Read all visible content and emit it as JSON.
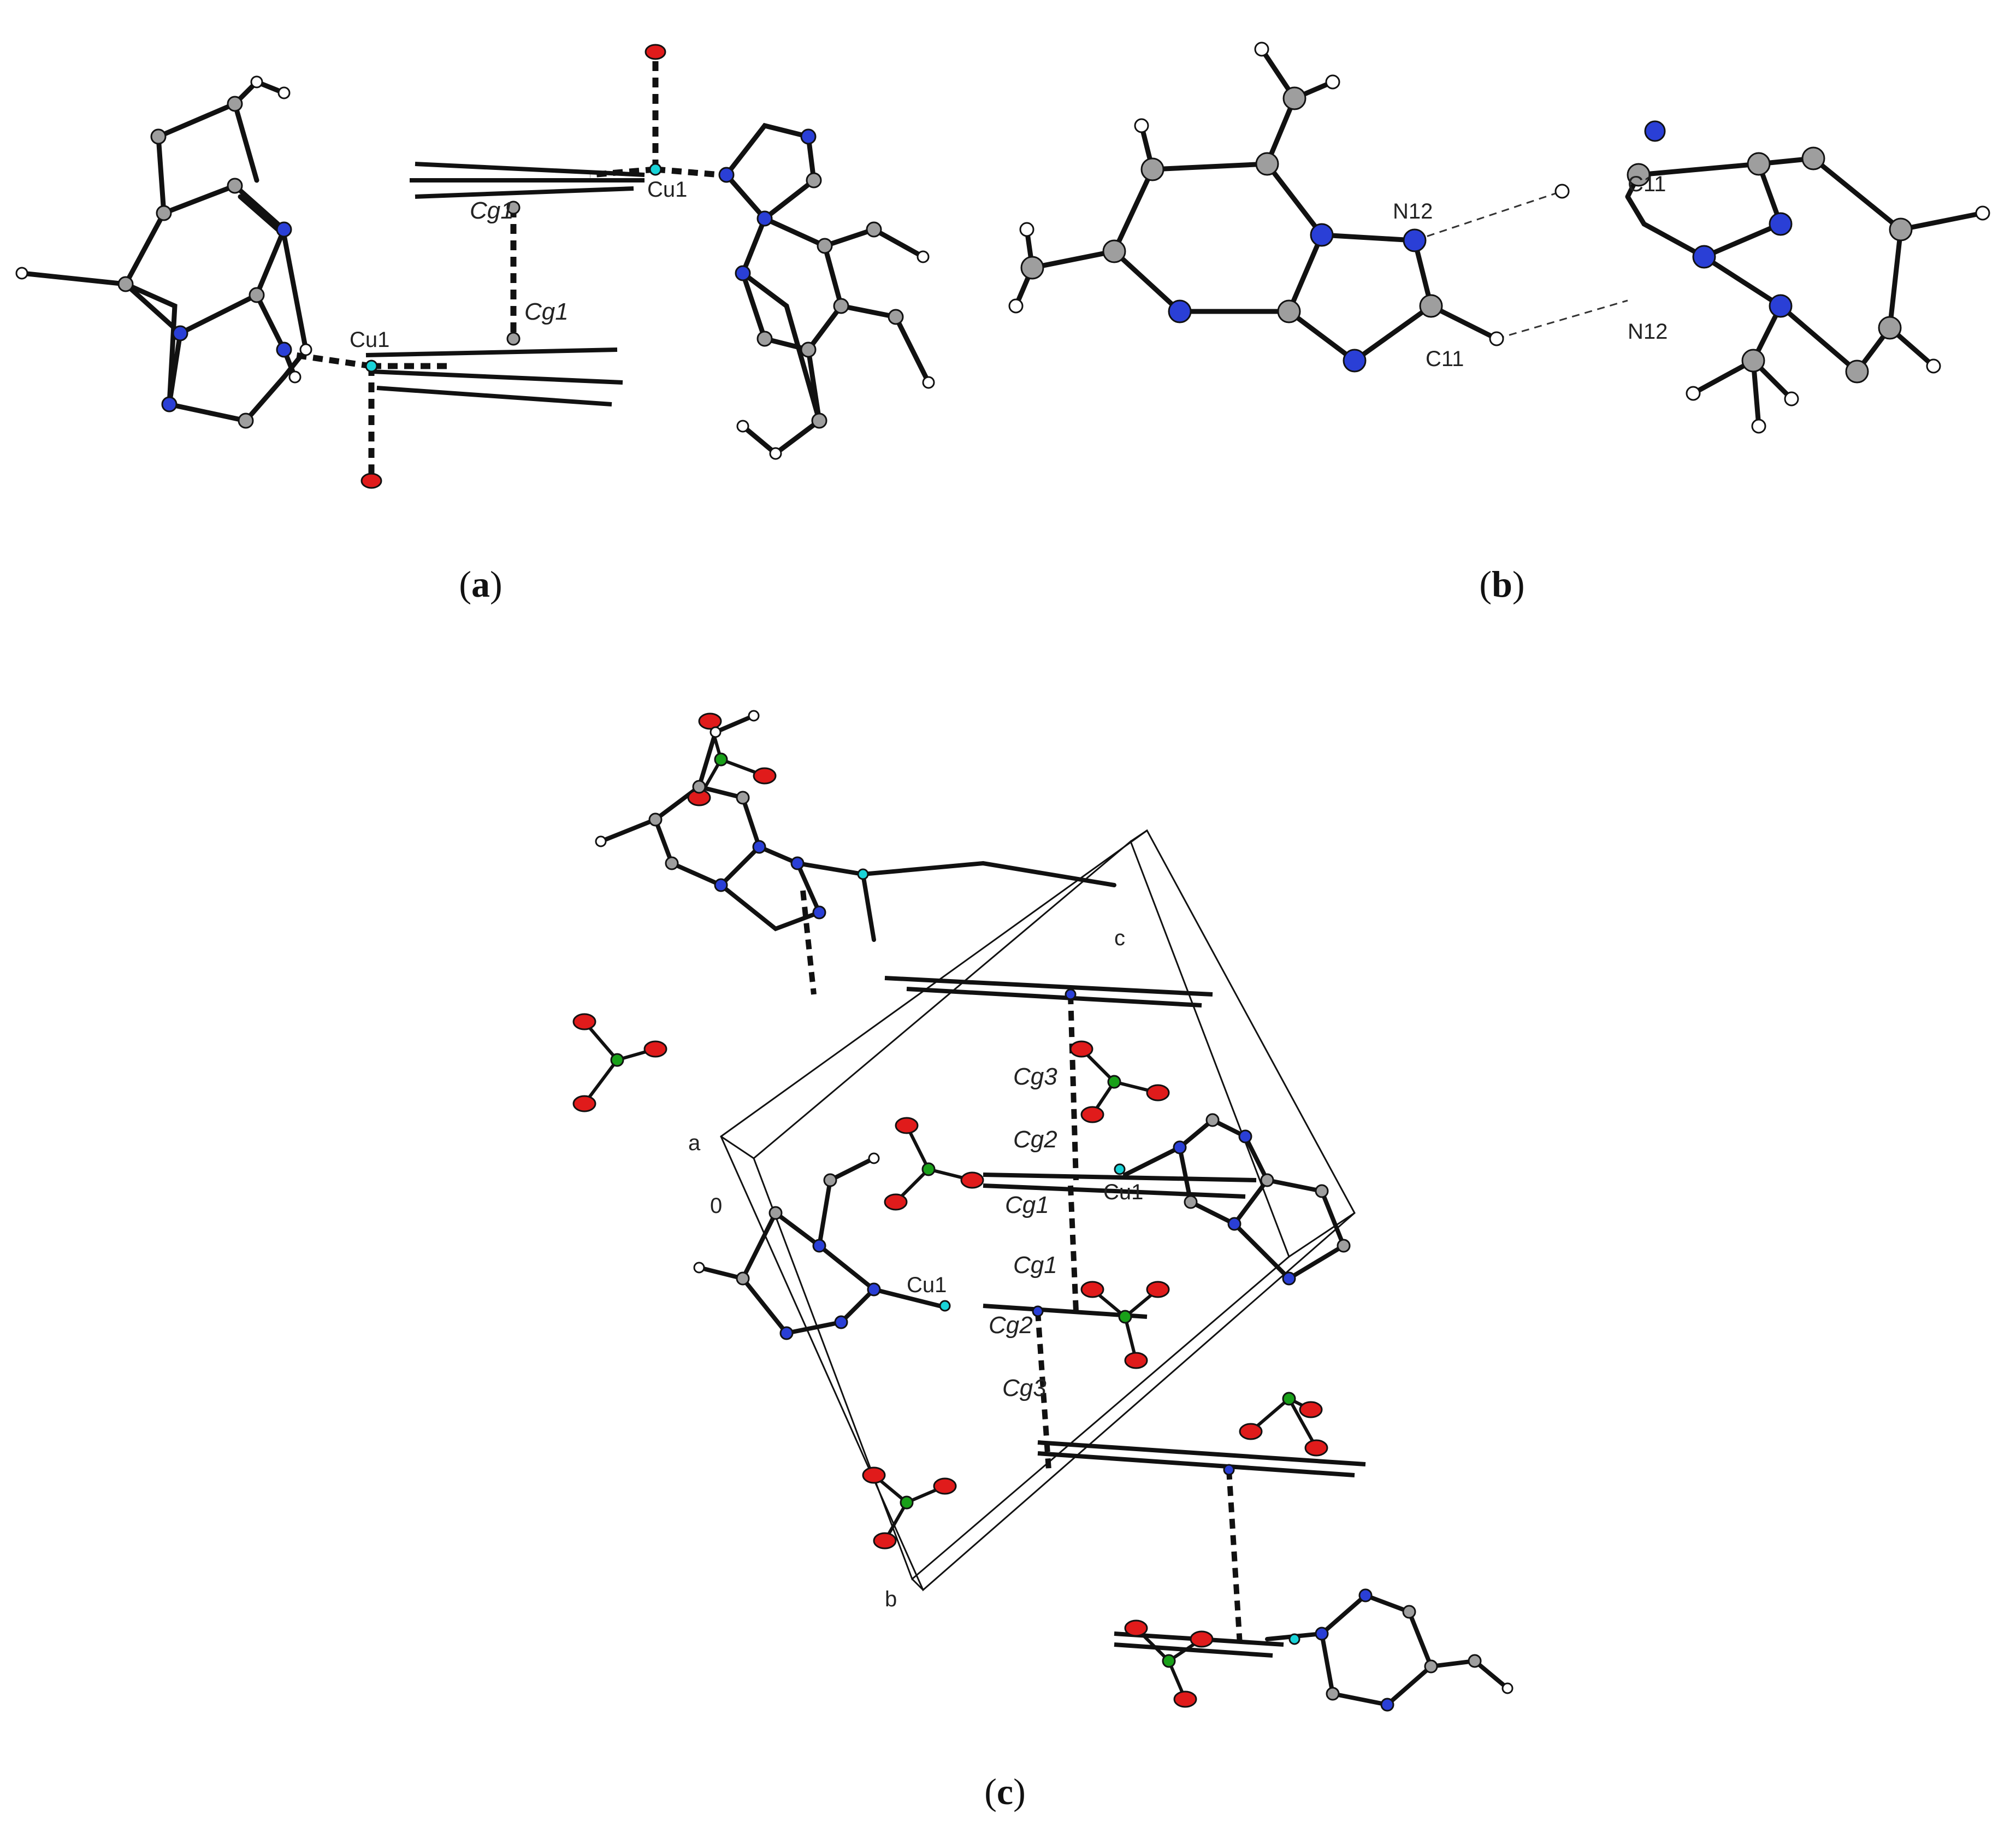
{
  "colors": {
    "bond": "#111111",
    "carbon": "#9e9e9e",
    "hydrogen": "#ffffff",
    "nitrogen": "#2a3fd6",
    "oxygen": "#e01b1b",
    "copper": "#19d3d8",
    "chlorine": "#19a019"
  },
  "panel_a": {
    "caption_open": "(",
    "caption_letter": "a",
    "caption_close": ")",
    "labels": {
      "cu1_top": "Cu1",
      "cu1_bottom": "Cu1",
      "cg1_top": "Cg1",
      "cg1_bottom": "Cg1"
    }
  },
  "panel_b": {
    "caption_open": "(",
    "caption_letter": "b",
    "caption_close": ")",
    "labels": {
      "n12_left": "N12",
      "c11_left": "C11",
      "c11_right": "C11",
      "n12_right": "N12"
    }
  },
  "panel_c": {
    "caption_open": "(",
    "caption_letter": "c",
    "caption_close": ")",
    "labels": {
      "axis_c": "c",
      "axis_a": "a",
      "origin": "0",
      "axis_b": "b",
      "cg3_upper": "Cg3",
      "cg2_upper": "Cg2",
      "cu1_upper": "Cu1",
      "cg1_upper": "Cg1",
      "cg1_lower": "Cg1",
      "cu1_lower": "Cu1",
      "cg2_lower": "Cg2",
      "cg3_lower": "Cg3"
    }
  }
}
